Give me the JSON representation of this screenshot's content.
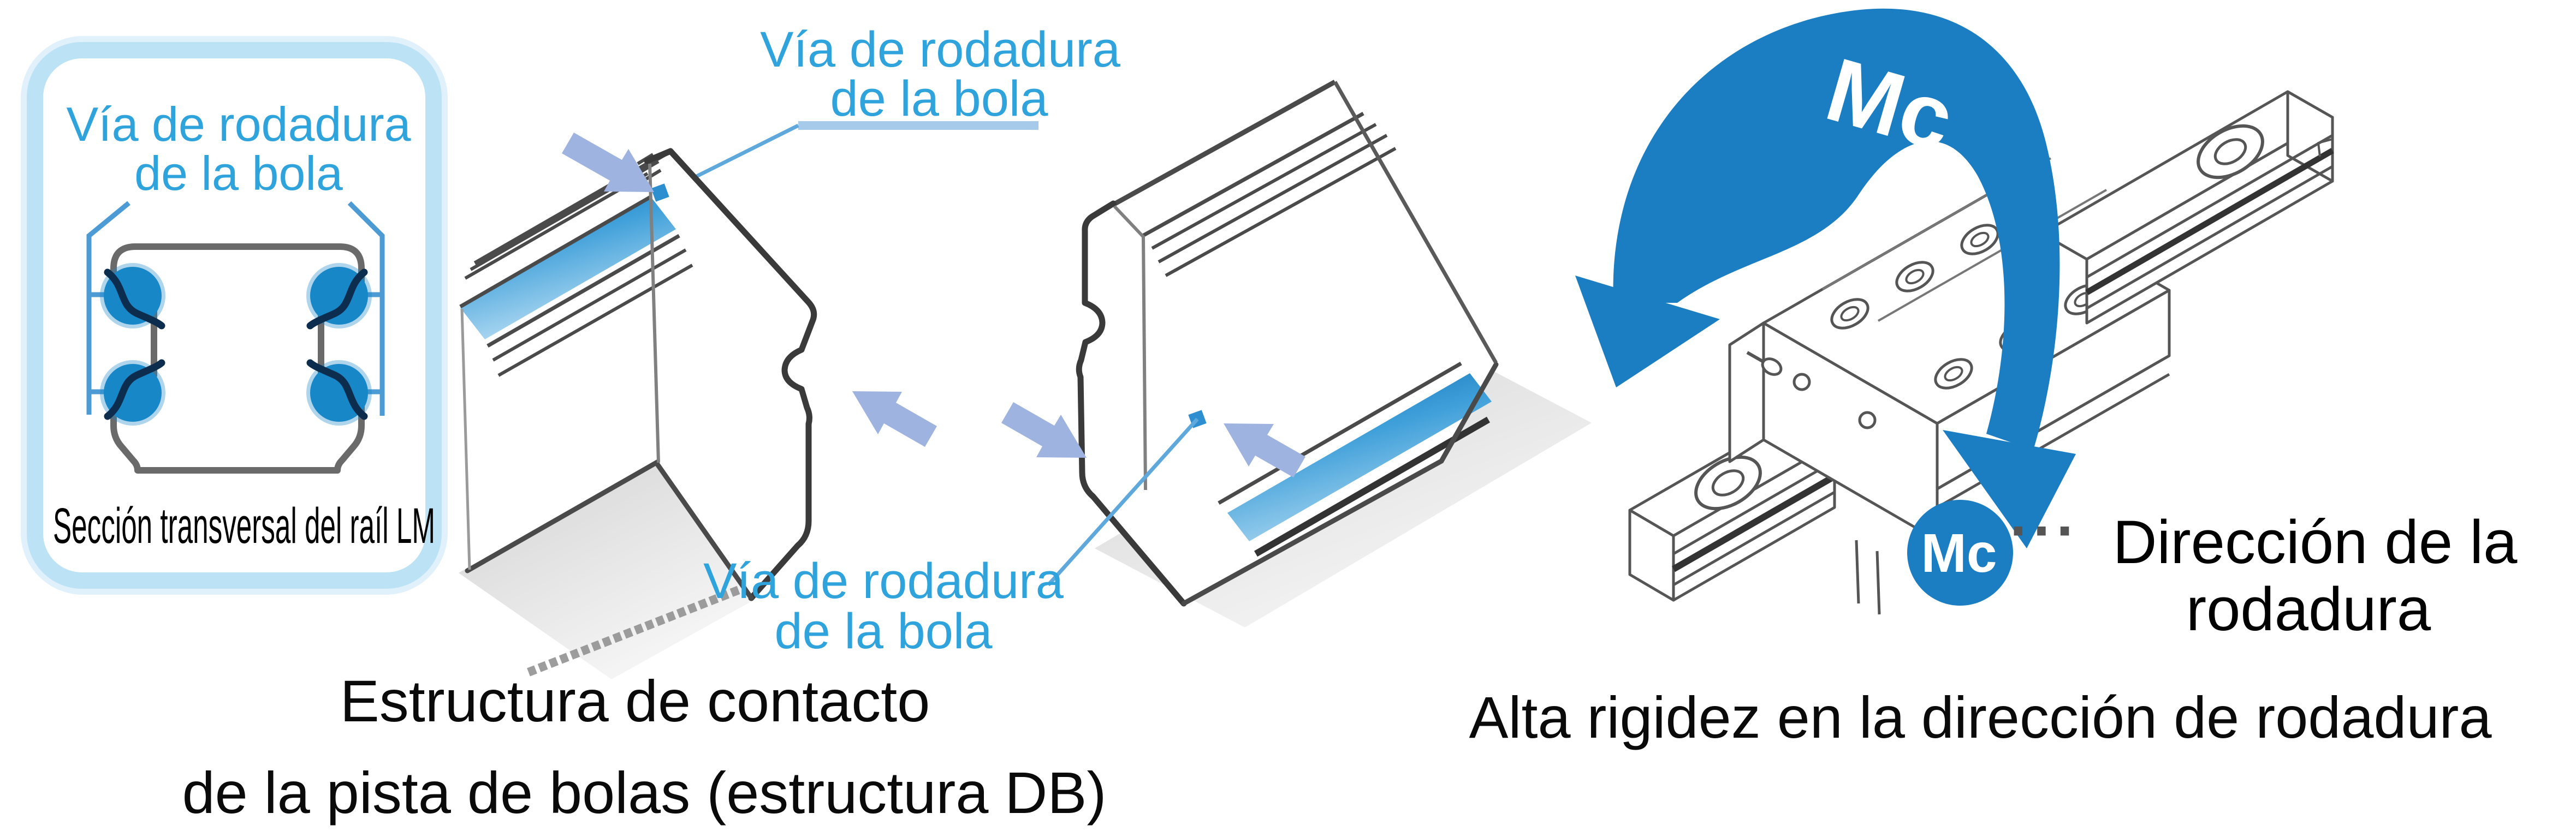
{
  "figure": {
    "cross_section": {
      "label_line1": "Vía de rodadura",
      "label_line2": "de la bola",
      "caption": "Sección transversal del raíl LM"
    },
    "raceway_top_label": {
      "line1": "Vía de rodadura",
      "line2": "de la bola"
    },
    "raceway_bottom_label": {
      "line1": "Vía de rodadura",
      "line2": "de la bola"
    },
    "moment": {
      "arrow_label": "Mc",
      "badge_label": "Mc",
      "ellipsis": "···",
      "legend_line1": "Dirección de la",
      "legend_line2": "rodadura"
    },
    "captions": {
      "left_line1": "Estructura de contacto",
      "left_line2": "de la pista de bolas (estructura DB)",
      "right": "Alta rigidez en la dirección de rodadura"
    },
    "colors": {
      "accent_blue": "#1B7EC2",
      "ball_blue": "#1787C8",
      "label_blue": "#2FA3DC",
      "pointer_periwinkle": "#9FB3E0",
      "box_border": "#BCE2F6"
    }
  }
}
